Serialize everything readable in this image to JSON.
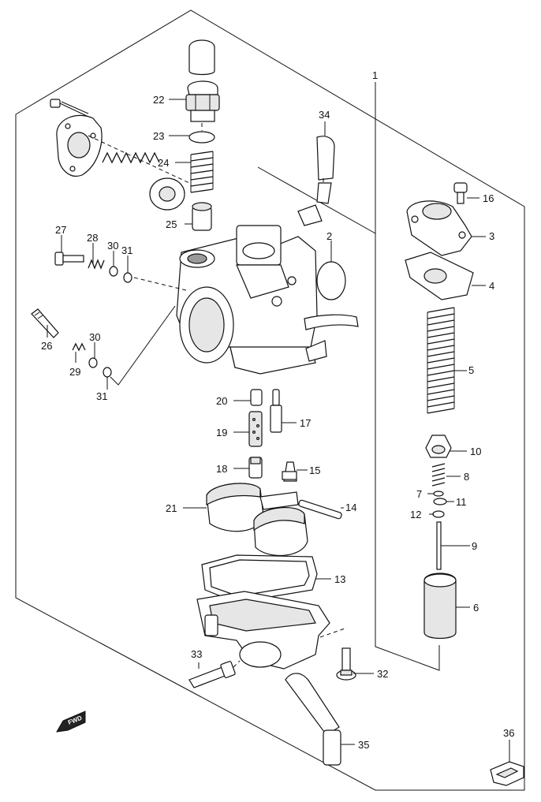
{
  "callouts": {
    "p1": "1",
    "p2": "2",
    "p3": "3",
    "p4": "4",
    "p5": "5",
    "p6": "6",
    "p7": "7",
    "p8": "8",
    "p9": "9",
    "p10": "10",
    "p11": "11",
    "p12": "12",
    "p13": "13",
    "p14": "14",
    "p15": "15",
    "p16": "16",
    "p17": "17",
    "p18": "18",
    "p19": "19",
    "p20": "20",
    "p21": "21",
    "p22": "22",
    "p23": "23",
    "p24": "24",
    "p25": "25",
    "p26": "26",
    "p27": "27",
    "p28": "28",
    "p29": "29",
    "p30a": "30",
    "p30b": "30",
    "p31a": "31",
    "p31b": "31",
    "p32": "32",
    "p33": "33",
    "p34": "34",
    "p35": "35",
    "p36": "36"
  },
  "direction_badge": "FWD"
}
